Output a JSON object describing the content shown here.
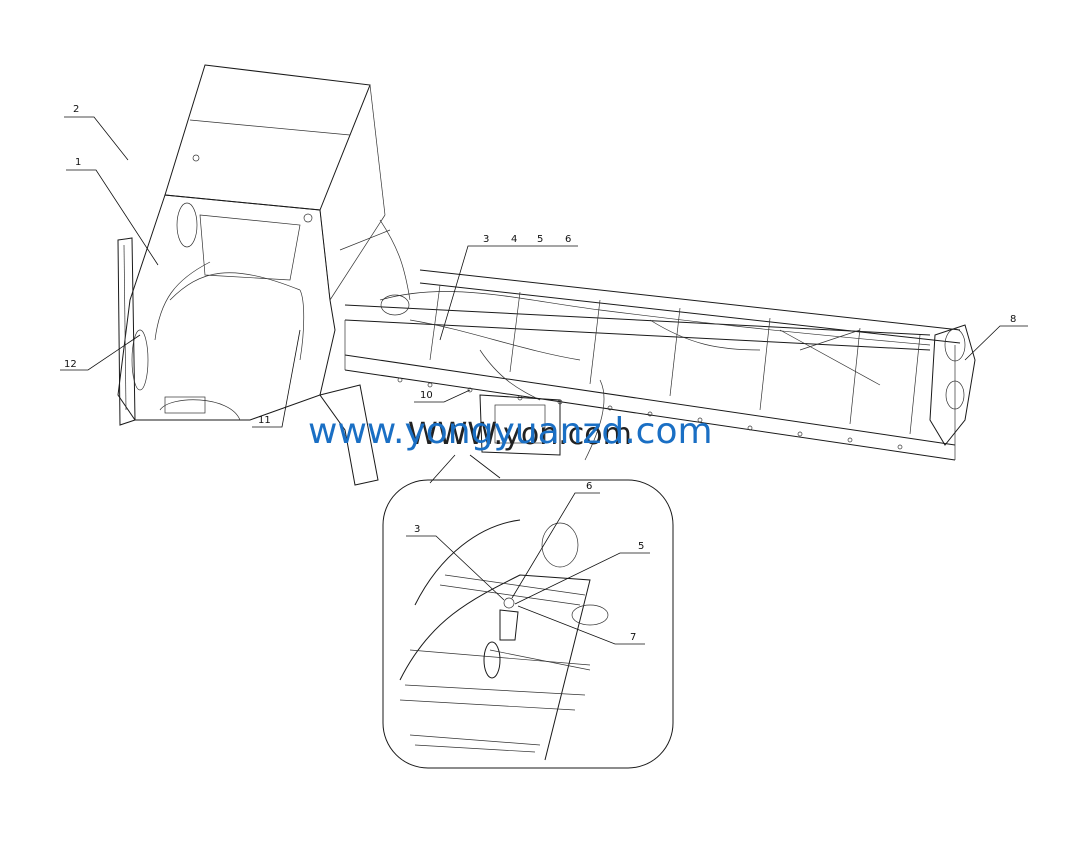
{
  "callouts": {
    "c1": "1",
    "c2": "2",
    "c3": "3",
    "c4": "4",
    "c5": "5",
    "c6": "6",
    "c8": "8",
    "c10": "10",
    "c11": "11",
    "c12": "12",
    "d3": "3",
    "d5": "5",
    "d6": "6",
    "d7": "7"
  },
  "watermark": {
    "text": "www.yongyuanzd.com",
    "overlay": "WWW.yon.com"
  },
  "colors": {
    "watermark": "#1a6fc4",
    "line": "#1a1a1a"
  }
}
